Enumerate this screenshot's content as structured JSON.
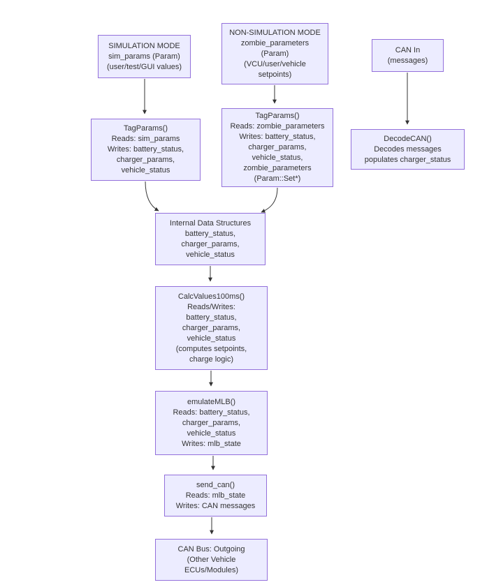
{
  "diagram": {
    "type": "flowchart",
    "direction": "top-down",
    "colors": {
      "node_fill": "#ececff",
      "node_border": "#9370db",
      "text": "#333333",
      "edge": "#333333",
      "background": "#ffffff"
    },
    "nodes": {
      "sim_mode": {
        "lines": [
          "SIMULATION MODE",
          "sim_params (Param)",
          "(user/test/GUI values)"
        ]
      },
      "non_sim_mode": {
        "lines": [
          "NON-SIMULATION MODE",
          "zombie_parameters",
          "(Param)",
          "(VCU/user/vehicle",
          "setpoints)"
        ]
      },
      "can_in": {
        "lines": [
          "CAN In",
          "(messages)"
        ]
      },
      "tagparams_sim": {
        "lines": [
          "TagParams()",
          "Reads: sim_params",
          "Writes: battery_status,",
          "charger_params,",
          "vehicle_status"
        ]
      },
      "tagparams_zombie": {
        "lines": [
          "TagParams()",
          "Reads: zombie_parameters",
          "Writes: battery_status,",
          "charger_params,",
          "vehicle_status,",
          "zombie_parameters",
          "(Param::Set*)"
        ]
      },
      "decode_can": {
        "lines": [
          "DecodeCAN()",
          "Decodes messages",
          "populates charger_status"
        ]
      },
      "internal_data": {
        "lines": [
          "Internal Data Structures",
          "battery_status,",
          "charger_params,",
          "vehicle_status"
        ]
      },
      "calc_values": {
        "lines": [
          "CalcValues100ms()",
          "Reads/Writes:",
          "battery_status,",
          "charger_params,",
          "vehicle_status",
          "(computes setpoints,",
          "charge logic)"
        ]
      },
      "emulate_mlb": {
        "lines": [
          "emulateMLB()",
          "Reads: battery_status,",
          "charger_params,",
          "vehicle_status",
          "Writes: mlb_state"
        ]
      },
      "send_can": {
        "lines": [
          "send_can()",
          "Reads: mlb_state",
          "Writes: CAN messages"
        ]
      },
      "can_bus_out": {
        "lines": [
          "CAN Bus: Outgoing",
          "(Other Vehicle",
          "ECUs/Modules)"
        ]
      }
    },
    "edges": [
      {
        "from": "sim_mode",
        "to": "tagparams_sim"
      },
      {
        "from": "non_sim_mode",
        "to": "tagparams_zombie"
      },
      {
        "from": "can_in",
        "to": "decode_can"
      },
      {
        "from": "tagparams_sim",
        "to": "internal_data"
      },
      {
        "from": "tagparams_zombie",
        "to": "internal_data"
      },
      {
        "from": "internal_data",
        "to": "calc_values"
      },
      {
        "from": "calc_values",
        "to": "emulate_mlb"
      },
      {
        "from": "emulate_mlb",
        "to": "send_can"
      },
      {
        "from": "send_can",
        "to": "can_bus_out"
      }
    ]
  }
}
